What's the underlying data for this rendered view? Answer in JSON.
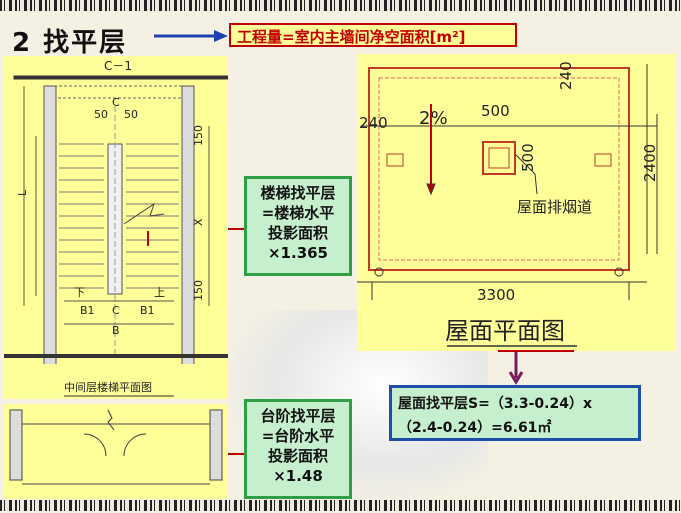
{
  "slide": {
    "title": "2  找平层",
    "formula": "工程量=室内主墙间净空面积[m²]"
  },
  "stair_plan": {
    "top_label": "C－1",
    "c_mark": "C",
    "dim_50_left": "50",
    "dim_50_right": "50",
    "dim_150_top": "150",
    "dim_150_bottom": "150",
    "dim_L": "L",
    "dim_X": "X",
    "down_label": "下",
    "up_label": "上",
    "b1_left": "B1",
    "c_bottom": "C",
    "b1_right": "B1",
    "b_label": "B",
    "caption": "中间层楼梯平面图"
  },
  "roof_plan": {
    "dim_240_top": "240",
    "dim_240_left": "240",
    "slope": "2%",
    "dim_500_top": "500",
    "dim_500_side": "500",
    "dim_2400": "2400",
    "dim_3300": "3300",
    "flue_label": "屋面排烟道",
    "caption": "屋面平面图"
  },
  "stair_note": {
    "lines": [
      "楼梯找平层",
      "=楼梯水平",
      "投影面积",
      "×1.365"
    ]
  },
  "step_note": {
    "lines": [
      "台阶找平层",
      "=台阶水平",
      "投影面积",
      "×1.48"
    ]
  },
  "roof_formula": {
    "line1": "屋面找平层S=（3.3-0.24）x",
    "line2": "（2.4-0.24）=6.61㎡"
  },
  "colors": {
    "accent_red": "#c00000",
    "panel_yellow": "#ffff99",
    "note_green": "#c6efce",
    "arrow_blue": "#1f3fb0",
    "arrow_purple": "#7a1a5a"
  }
}
